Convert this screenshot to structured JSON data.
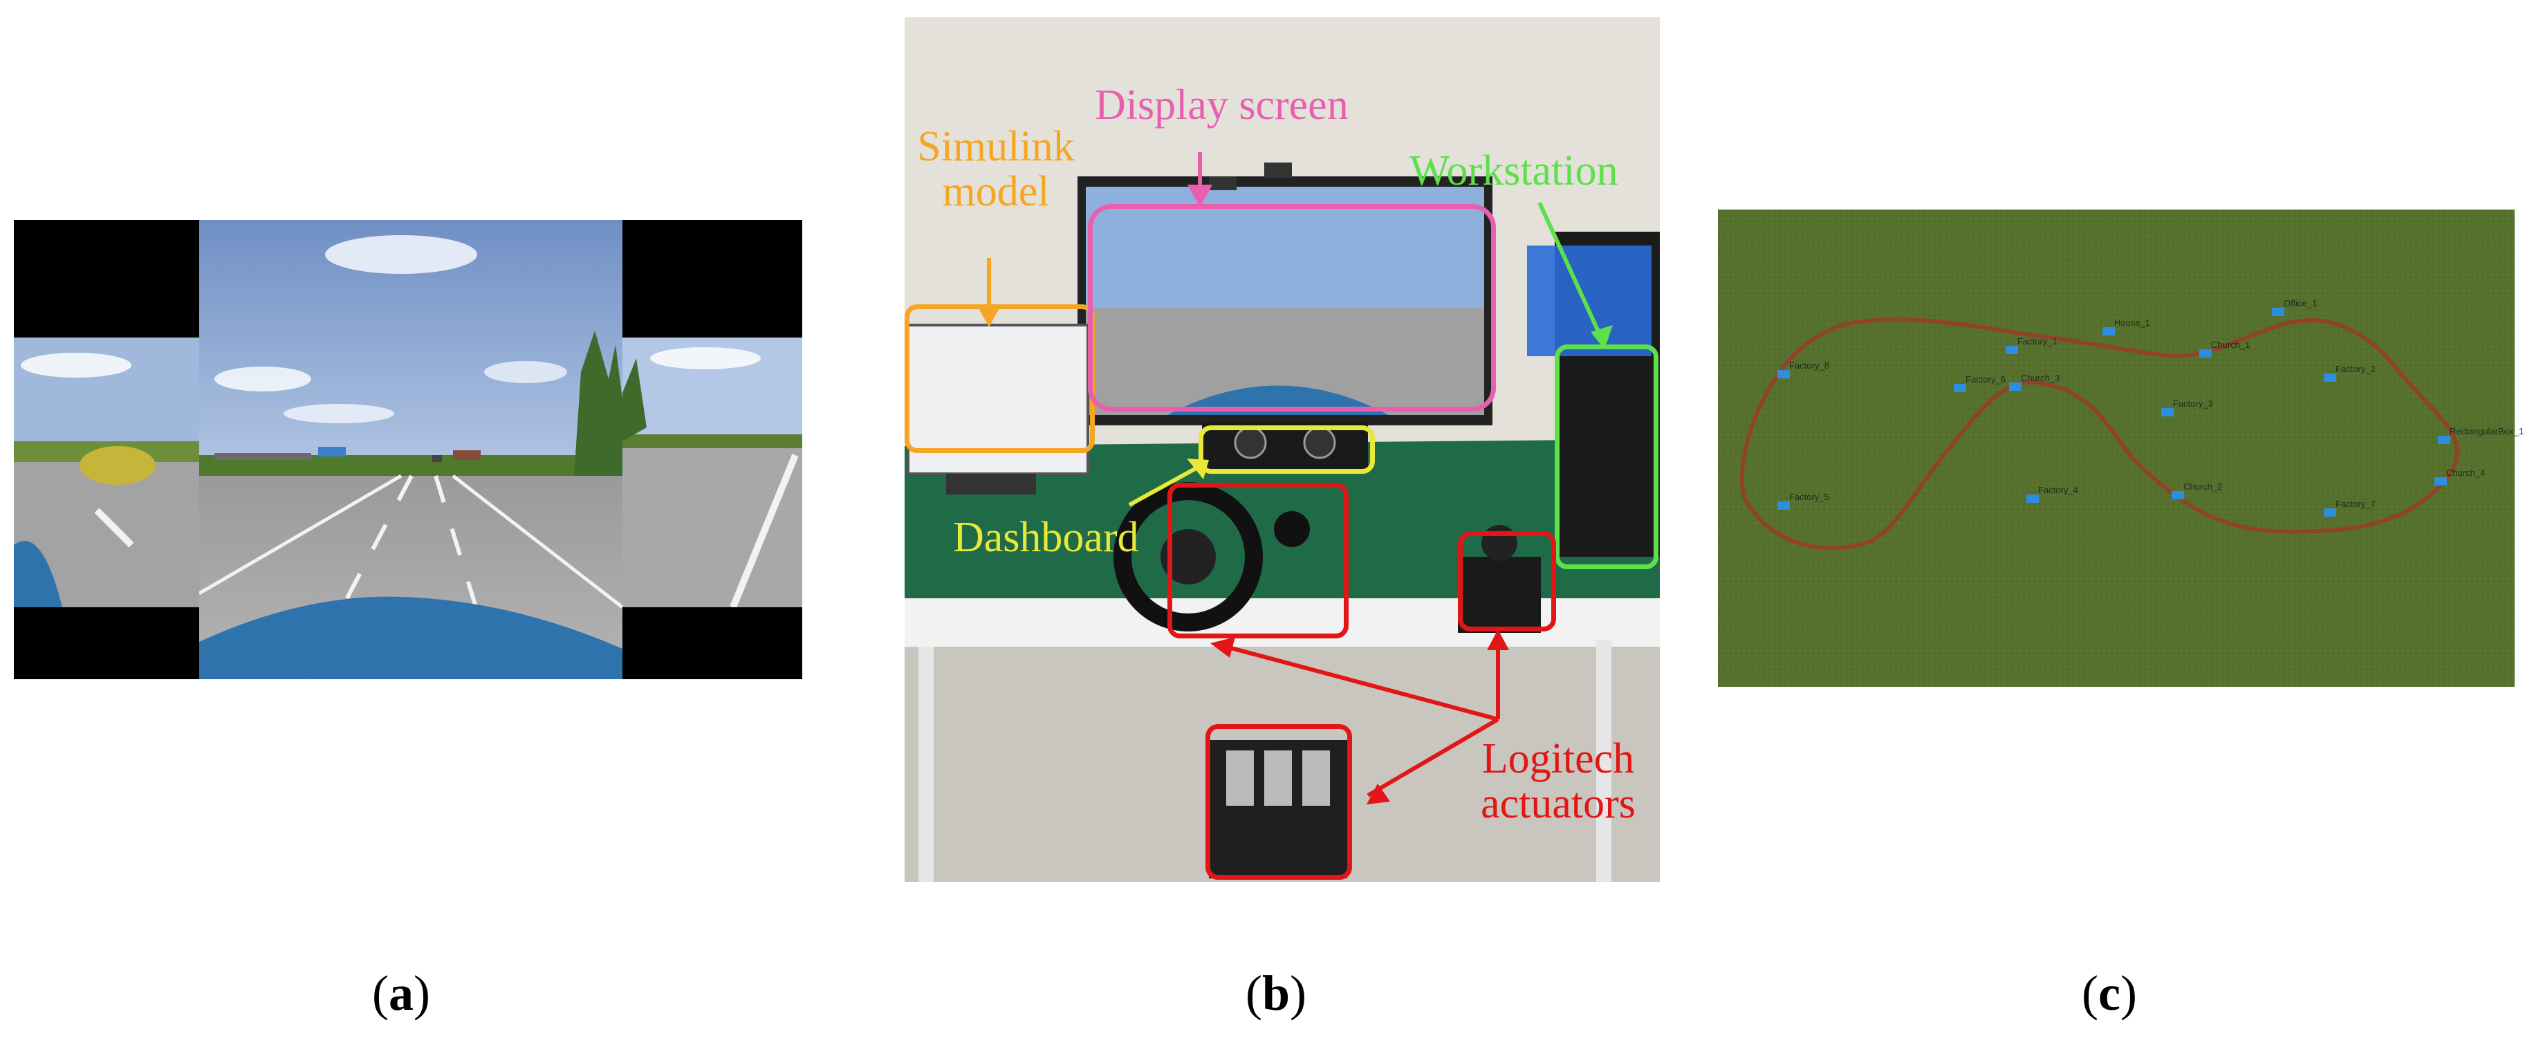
{
  "panels": {
    "a": {
      "caption_open": "(",
      "caption_letter": "a",
      "caption_close": ")"
    },
    "b": {
      "caption_open": "(",
      "caption_letter": "b",
      "caption_close": ")",
      "annotations": {
        "simulink_line1": "Simulink",
        "simulink_line2": "model",
        "display_screen": "Display screen",
        "workstation": "Workstation",
        "dashboard": "Dashboard",
        "logitech_line1": "Logitech",
        "logitech_line2": "actuators"
      },
      "colors": {
        "simulink": "#f5a623",
        "display": "#e85fb0",
        "workstation": "#5ee04a",
        "dashboard": "#e8e83a",
        "logitech": "#e21616"
      }
    },
    "c": {
      "caption_open": "(",
      "caption_letter": "c",
      "caption_close": ")",
      "nodes": [
        "Factory_8",
        "Factory_1",
        "House_1",
        "Office_1",
        "Church_1",
        "Factory_2",
        "Factory_6",
        "Church_3",
        "Factory_3",
        "RectangularBox_1",
        "Church_4",
        "Factory_5",
        "Factory_4",
        "Church_2",
        "Factory_7"
      ]
    }
  }
}
